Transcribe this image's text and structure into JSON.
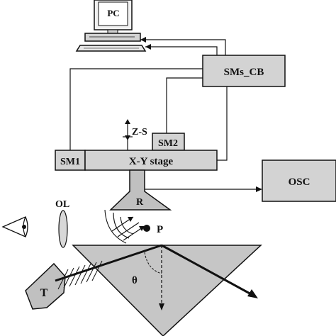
{
  "labels": {
    "pc": "PC",
    "sms_cb": "SMs_CB",
    "zs": "Z-S",
    "sm1": "SM1",
    "sm2": "SM2",
    "xy_stage": "X-Y stage",
    "osc": "OSC",
    "ol": "OL",
    "r": "R",
    "p": "P",
    "t": "T",
    "theta": "θ"
  },
  "colors": {
    "box_fill": "#d3d3d3",
    "receiver_fill": "#c0c0c0",
    "prism_fill": "#c6c6c6",
    "line": "#111111",
    "background": "#ffffff"
  },
  "icons": {
    "pc": "computer-monitor-icon",
    "eye": "eye-icon",
    "lens": "lens-icon"
  }
}
